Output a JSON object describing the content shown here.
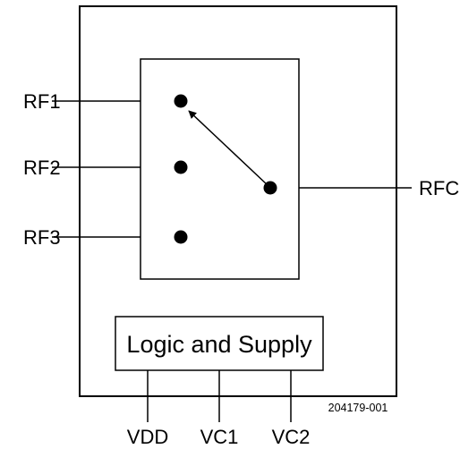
{
  "pins": {
    "rf1": "RF1",
    "rf2": "RF2",
    "rf3": "RF3",
    "rfc": "RFC",
    "vdd": "VDD",
    "vc1": "VC1",
    "vc2": "VC2"
  },
  "logic_block": {
    "label": "Logic and Supply"
  },
  "part_number": "204179-001",
  "colors": {
    "line": "#000000",
    "background": "#ffffff"
  }
}
